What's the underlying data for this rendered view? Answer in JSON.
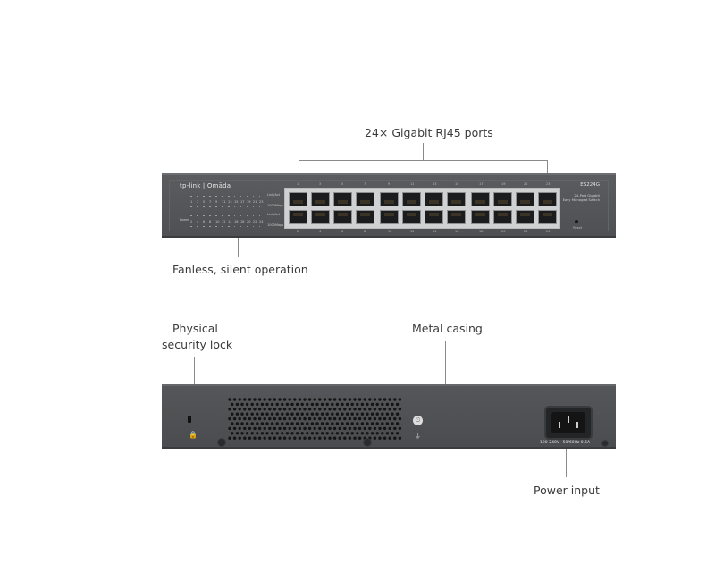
{
  "callouts": {
    "ports": "24× Gigabit RJ45 ports",
    "fanless": "Fanless, silent operation",
    "lock_line1": "Physical",
    "lock_line2": "security lock",
    "metal": "Metal casing",
    "power": "Power input"
  },
  "front_panel": {
    "brand": "tp-link | Omāda",
    "model": "ES224G",
    "description_line1": "24-Port Gigabit",
    "description_line2": "Easy Managed Switch",
    "reset_label": "Reset",
    "led_labels": [
      "Link/Act",
      "1000Mbps",
      "Link/Act",
      "1000Mbps"
    ],
    "power_label": "Power",
    "top_port_numbers": [
      "1",
      "3",
      "5",
      "7",
      "9",
      "11",
      "13",
      "15",
      "17",
      "19",
      "21",
      "23"
    ],
    "bottom_port_numbers": [
      "2",
      "4",
      "6",
      "8",
      "10",
      "12",
      "14",
      "16",
      "18",
      "20",
      "22",
      "24"
    ]
  },
  "back_panel": {
    "power_rating": "100-240V~50/60Hz 0.6A",
    "lock_icon": "padlock",
    "ground_icon": "ground"
  }
}
